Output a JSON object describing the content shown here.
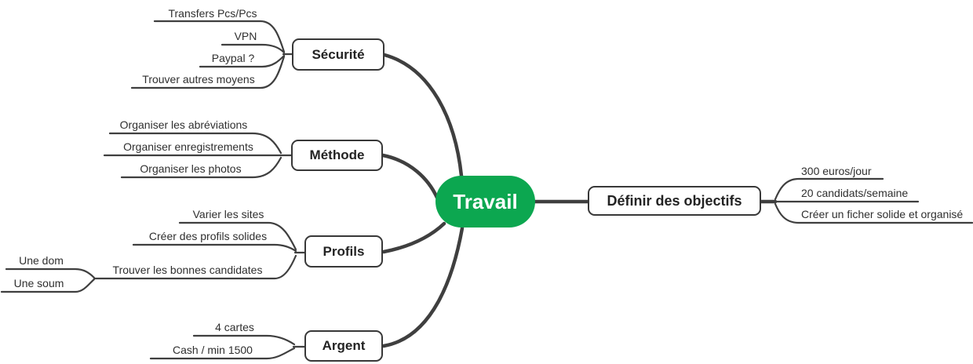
{
  "mindmap": {
    "root": {
      "label": "Travail"
    },
    "branches": [
      {
        "label": "Sécurité",
        "items": [
          "Transfers Pcs/Pcs",
          "VPN",
          "Paypal ?",
          "Trouver autres moyens"
        ]
      },
      {
        "label": "Méthode",
        "items": [
          "Organiser les abréviations",
          "Organiser enregistrements",
          "Organiser les photos"
        ]
      },
      {
        "label": "Profils",
        "items": [
          "Varier les sites",
          "Créer des profils solides",
          "Trouver les bonnes candidates"
        ],
        "sub_items": [
          "Une dom",
          "Une soum"
        ]
      },
      {
        "label": "Argent",
        "items": [
          "4 cartes",
          "Cash / min 1500"
        ]
      },
      {
        "label": "Définir des objectifs",
        "items": [
          "300 euros/jour",
          "20 candidats/semaine",
          "Créer un ficher solide et organisé"
        ]
      }
    ],
    "colors": {
      "root_fill": "#0ca750",
      "root_text": "#ffffff",
      "connector": "#3f3f3f",
      "node_border": "#383838",
      "item_text": "#2f2f2f"
    }
  }
}
